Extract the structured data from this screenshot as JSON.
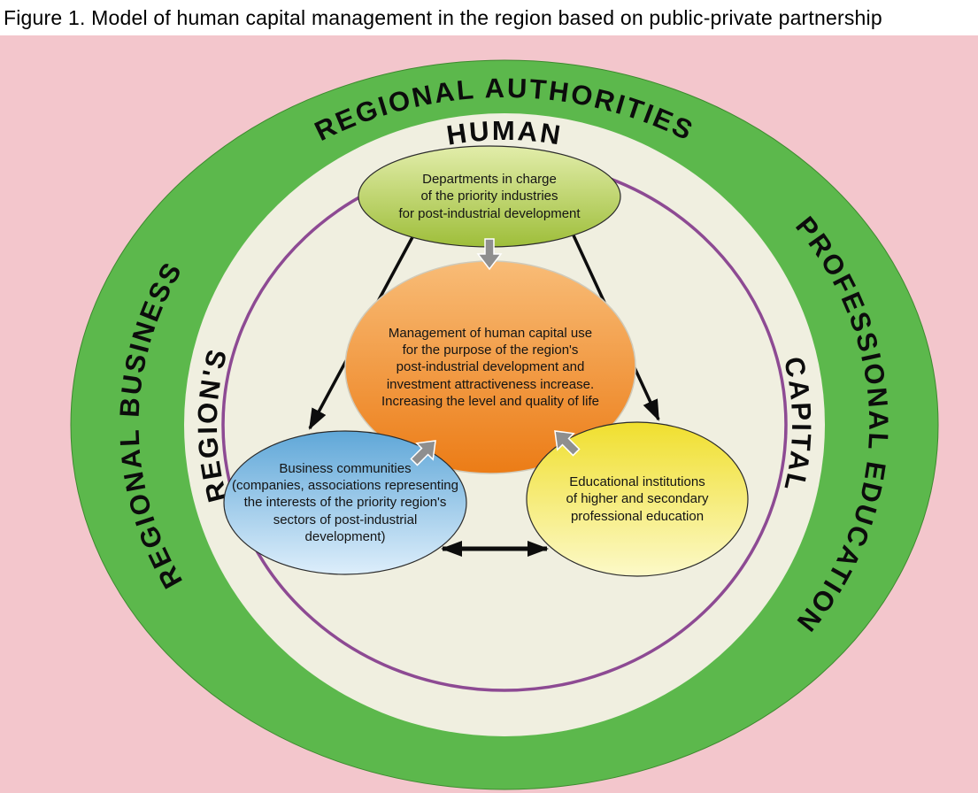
{
  "figure": {
    "title": "Figure 1. Model of human capital management in the region based on public-private partnership"
  },
  "ring_labels": {
    "top": "REGIONAL AUTHORITIES",
    "right": "PROFESSIONAL EDUCATION",
    "left": "REGIONAL BUSINESS"
  },
  "inner_labels": {
    "top": "HUMAN",
    "right": "CAPITAL",
    "left": "REGION'S"
  },
  "nodes": {
    "departments": {
      "text": "Departments in charge\nof the priority industries\nfor post-industrial development"
    },
    "management": {
      "text": "Management of human capital use\nfor the purpose of the region's\npost-industrial development and\ninvestment attractiveness increase.\nIncreasing the level and quality of life"
    },
    "business": {
      "text": "Business communities\n(companies, associations representing\nthe interests of the priority region's\nsectors of post-industrial\ndevelopment)"
    },
    "education": {
      "text": "Educational institutions\nof higher and secondary\nprofessional education"
    }
  },
  "colors": {
    "diagram_background": "#f3c6cc",
    "ring_green": "#5cb84c",
    "ring_green_edge": "#3c8a2e",
    "inner_cream": "#f0efe0",
    "purple_circle": "#8d4a93",
    "label_black": "#0c0c0c",
    "arrow_black": "#0d0d0d",
    "gray_arrow": "#8f8f8f",
    "departments_top": "#e2edaa",
    "departments_bottom": "#9ebe3a",
    "management_top": "#f8bc77",
    "management_bottom": "#ec7c16",
    "business_top": "#5fa7d8",
    "business_bottom": "#ddeefb",
    "education_top": "#f0df2e",
    "education_bottom": "#fcf9c8"
  }
}
